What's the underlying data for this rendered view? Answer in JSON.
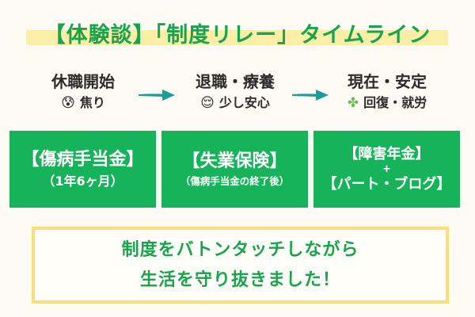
{
  "title": "【体験談】「制度リレー」タイムライン",
  "colors": {
    "background": "#fdfbf4",
    "title_green": "#18a44d",
    "title_highlight": "#fbeea6",
    "box_green": "#16b35a",
    "arrow_teal": "#1a9e9a",
    "summary_border": "#f7df7a"
  },
  "timeline": [
    {
      "heading": "休職開始",
      "emoji": "😰",
      "emoji_icon": "anxious-face-icon",
      "status": "焦り"
    },
    {
      "heading": "退職・療養",
      "emoji": "😌",
      "emoji_icon": "relieved-face-icon",
      "status": "少し安心"
    },
    {
      "heading": "現在・安定",
      "emoji": "✤",
      "emoji_icon": "four-leaf-clover-icon",
      "status": "回復・就労"
    }
  ],
  "boxes": [
    {
      "main": "【傷病手当金】",
      "note": "（1年6ヶ月）"
    },
    {
      "main": "【失業保険】",
      "note": "（傷病手当金の終了後）"
    },
    {
      "main": "【障害年金】",
      "plus": "+",
      "main2": "【パート・ブログ】"
    }
  ],
  "summary": {
    "line1": "制度をバトンタッチしながら",
    "line2": "生活を守り抜きました！"
  }
}
